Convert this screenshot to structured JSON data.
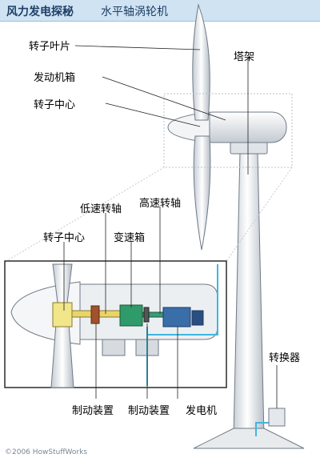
{
  "header": {
    "title": "风力发电探秘",
    "subtitle": "水平轴涡轮机"
  },
  "labels": {
    "blade": "转子叶片",
    "nacelle": "发动机箱",
    "hub_top": "转子中心",
    "tower": "塔架",
    "low_speed_shaft": "低速转轴",
    "high_speed_shaft": "高速转轴",
    "hub_detail": "转子中心",
    "gearbox": "变速箱",
    "converter": "转换器",
    "brake_1": "制动装置",
    "brake_2": "制动装置",
    "generator": "发电机"
  },
  "credit": "©2006 HowStuffWorks"
}
